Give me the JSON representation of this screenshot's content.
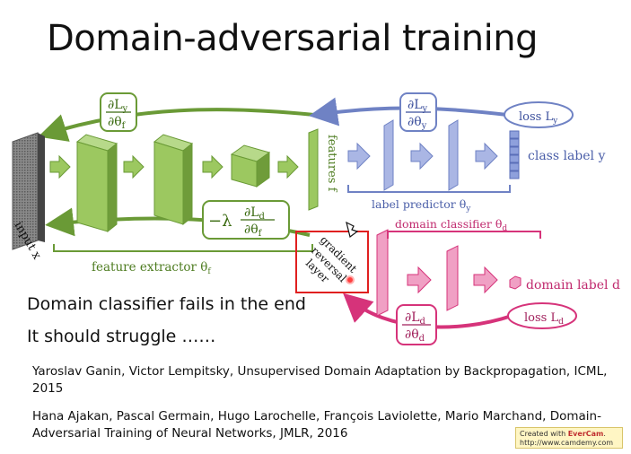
{
  "slide": {
    "title": "Domain-adversarial training",
    "notes": [
      "Domain classifier fails in the end",
      "It should struggle ……"
    ],
    "references": [
      "Yaroslav Ganin, Victor Lempitsky, Unsupervised Domain Adaptation by Backpropagation, ICML, 2015",
      "Hana Ajakan, Pascal Germain, Hugo Larochelle, François Laviolette, Mario Marchand, Domain-Adversarial Training of Neural Networks, JMLR, 2016"
    ],
    "watermark": {
      "line1": "Created with ",
      "brand": "EverCam",
      "line2": "http://www.camdemy.com"
    }
  },
  "diagram": {
    "input_label": "input x",
    "features_label": "features f",
    "feature_extractor_label": "feature extractor θ",
    "feature_extractor_sub": "f",
    "label_predictor_label": "label predictor θ",
    "label_predictor_sub": "y",
    "class_label": "class label y",
    "loss_y": "loss L",
    "loss_y_sub": "y",
    "domain_classifier_label": "domain classifier θ",
    "domain_classifier_sub": "d",
    "domain_label": "domain label d",
    "loss_d": "loss L",
    "loss_d_sub": "d",
    "grl_lines": [
      "gradient",
      "reversal",
      "layer"
    ],
    "grad_y_f": {
      "num": "∂L",
      "num_sub": "y",
      "den": "∂θ",
      "den_sub": "f"
    },
    "grad_y_y": {
      "num": "∂L",
      "num_sub": "y",
      "den": "∂θ",
      "den_sub": "y"
    },
    "grad_d_f": {
      "prefix": "−λ",
      "num": "∂L",
      "num_sub": "d",
      "den": "∂θ",
      "den_sub": "f"
    },
    "grad_d_d": {
      "num": "∂L",
      "num_sub": "d",
      "den": "∂θ",
      "den_sub": "d"
    }
  },
  "colors": {
    "green": "#6a9a36",
    "green_light": "#9cc860",
    "blue": "#6f82c4",
    "blue_light": "#aab6e4",
    "pink": "#d6337a",
    "pink_light": "#f0a0c4",
    "grl_border": "#e02020"
  }
}
